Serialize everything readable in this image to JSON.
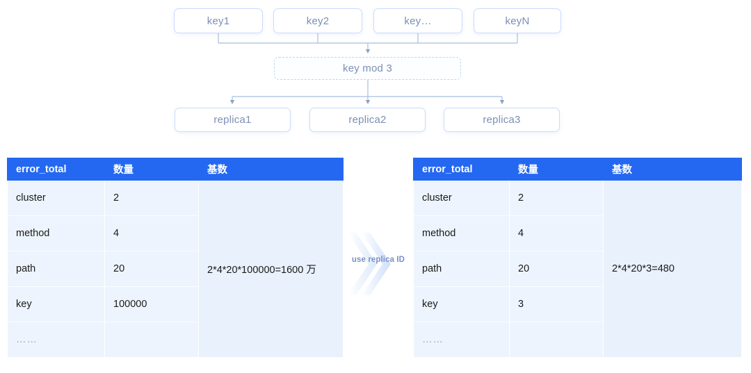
{
  "diagram": {
    "keys": [
      {
        "label": "key1"
      },
      {
        "label": "key2"
      },
      {
        "label": "key…"
      },
      {
        "label": "keyN"
      }
    ],
    "hash_node": {
      "label": "key mod 3"
    },
    "replicas": [
      {
        "label": "replica1"
      },
      {
        "label": "replica2"
      },
      {
        "label": "replica3"
      }
    ]
  },
  "transition": {
    "label": "use replica ID",
    "icon": "double-chevron-right-icon"
  },
  "tables": {
    "before": {
      "headers": [
        "error_total",
        "数量",
        "基数"
      ],
      "rows": [
        {
          "name": "cluster",
          "count": "2"
        },
        {
          "name": "method",
          "count": "4"
        },
        {
          "name": "path",
          "count": "20"
        },
        {
          "name": "key",
          "count": "100000"
        },
        {
          "name": "……",
          "count": ""
        }
      ],
      "basis": "2*4*20*100000=1600 万"
    },
    "after": {
      "headers": [
        "error_total",
        "数量",
        "基数"
      ],
      "rows": [
        {
          "name": "cluster",
          "count": "2"
        },
        {
          "name": "method",
          "count": "4"
        },
        {
          "name": "path",
          "count": "20"
        },
        {
          "name": "key",
          "count": "3"
        },
        {
          "name": "……",
          "count": ""
        }
      ],
      "basis": "2*4*20*3=480"
    }
  },
  "colors": {
    "header_blue": "#2468f2",
    "cell_bg": "#eef4fd",
    "node_border": "#c9dcfb",
    "node_text": "#7b8fb5",
    "connector": "#9fb6d8",
    "transition_text": "#7b90c7"
  }
}
